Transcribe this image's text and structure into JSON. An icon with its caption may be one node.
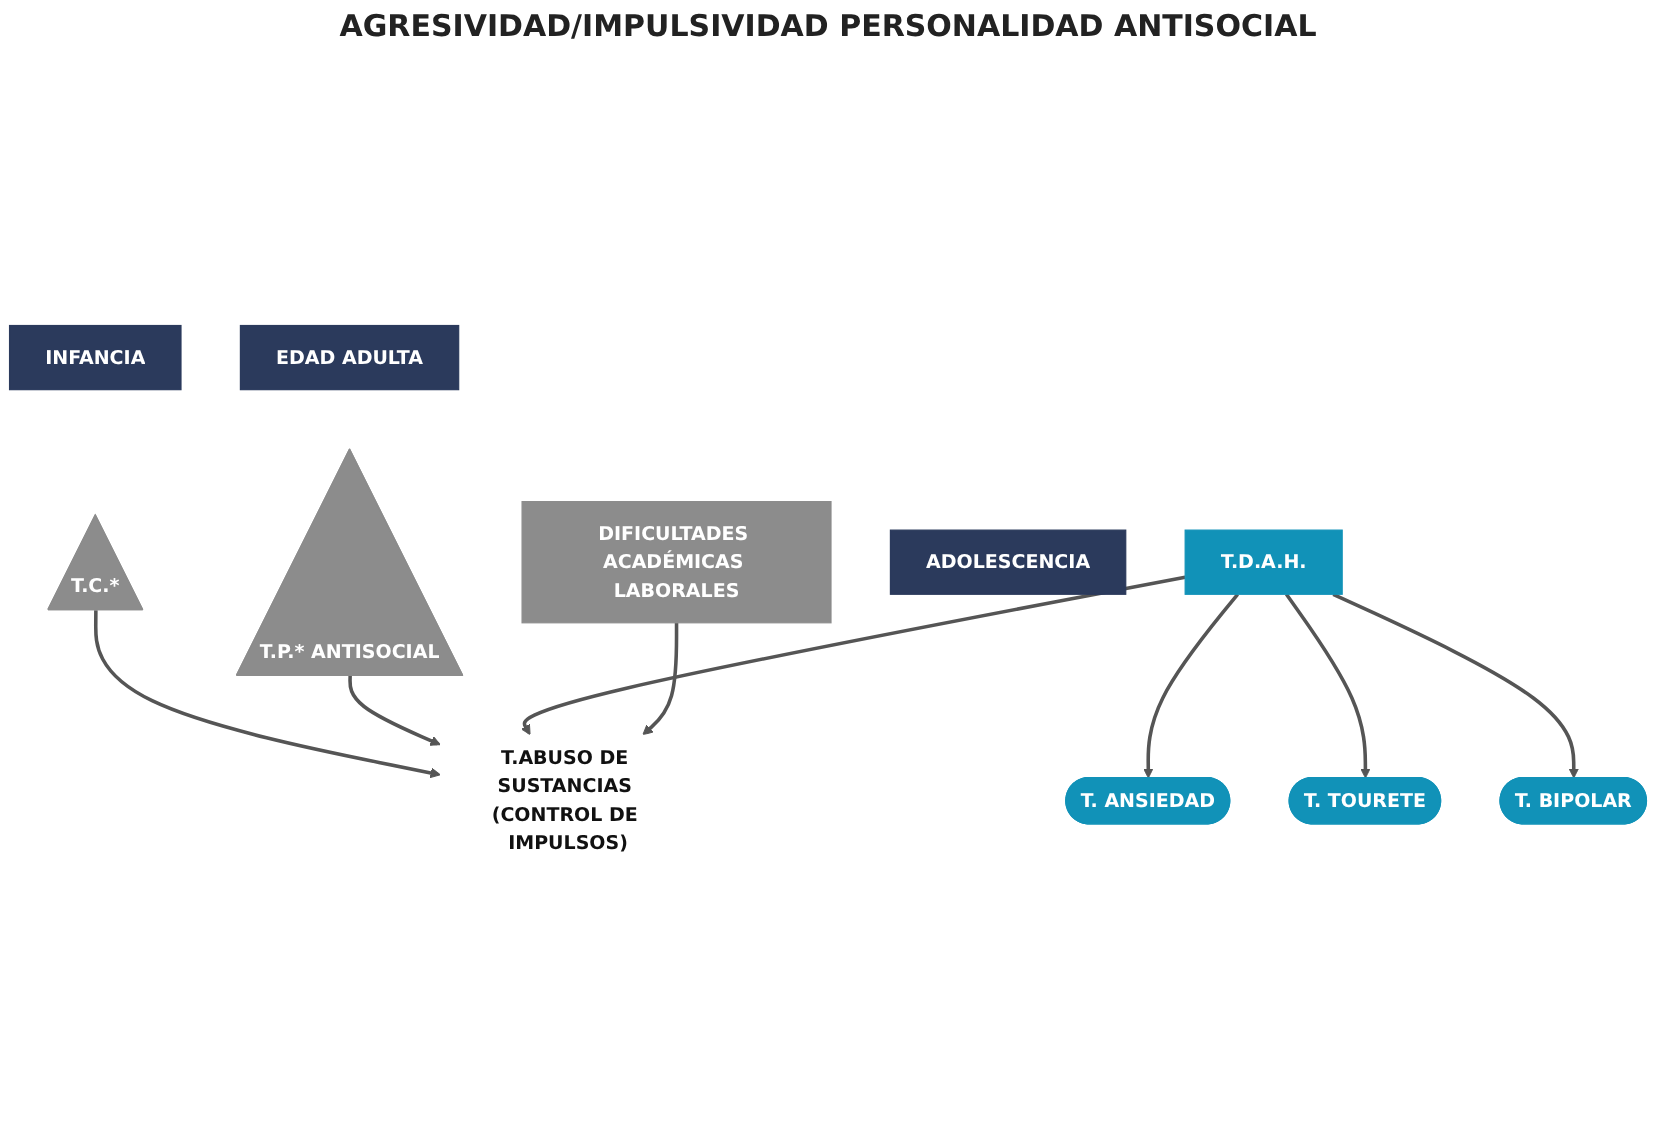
{
  "diagram": {
    "nodes": [
      {
        "text": [
          "INFANCIA"
        ]
      },
      {
        "text": [
          "ADOLESCENCIA"
        ]
      },
      {
        "text": [
          "EDAD ADULTA"
        ]
      },
      {
        "text": [
          "T.C.*"
        ]
      },
      {
        "text": [
          "T.P.* ANTISOCIAL"
        ]
      },
      {
        "text": [
          "T.ABUSO DE SUSTANCIAS (CONTROL DE IMPULSOS)"
        ]
      },
      {
        "text": [
          "T.D.A.H."
        ]
      },
      {
        "text": [
          "DIFICULTADES ACADÉMICAS LABORALES"
        ]
      },
      {
        "text": [
          "T. ANSIEDAD"
        ]
      },
      {
        "text": [
          "T. TOURETE"
        ]
      },
      {
        "text": [
          "T. BIPOLAR"
        ]
      }
    ],
    "edges": [
      {
        "from": 3,
        "to": 5,
        "arrow": "to"
      },
      {
        "from": 4,
        "to": 5,
        "arrow": "to"
      },
      {
        "from": 6,
        "to": 5,
        "arrow": "to"
      },
      {
        "from": 7,
        "to": 5,
        "arrow": "to"
      },
      {
        "from": 6,
        "to": 8,
        "arrow": "to"
      },
      {
        "from": 6,
        "to": 9,
        "arrow": "to"
      },
      {
        "from": 6,
        "to": 10,
        "arrow": "to"
      }
    ],
    "labels": [
      "AGRESIVIDAD/IMPULSIVIDAD PERSONALIDAD ANTISOCIAL"
    ]
  }
}
